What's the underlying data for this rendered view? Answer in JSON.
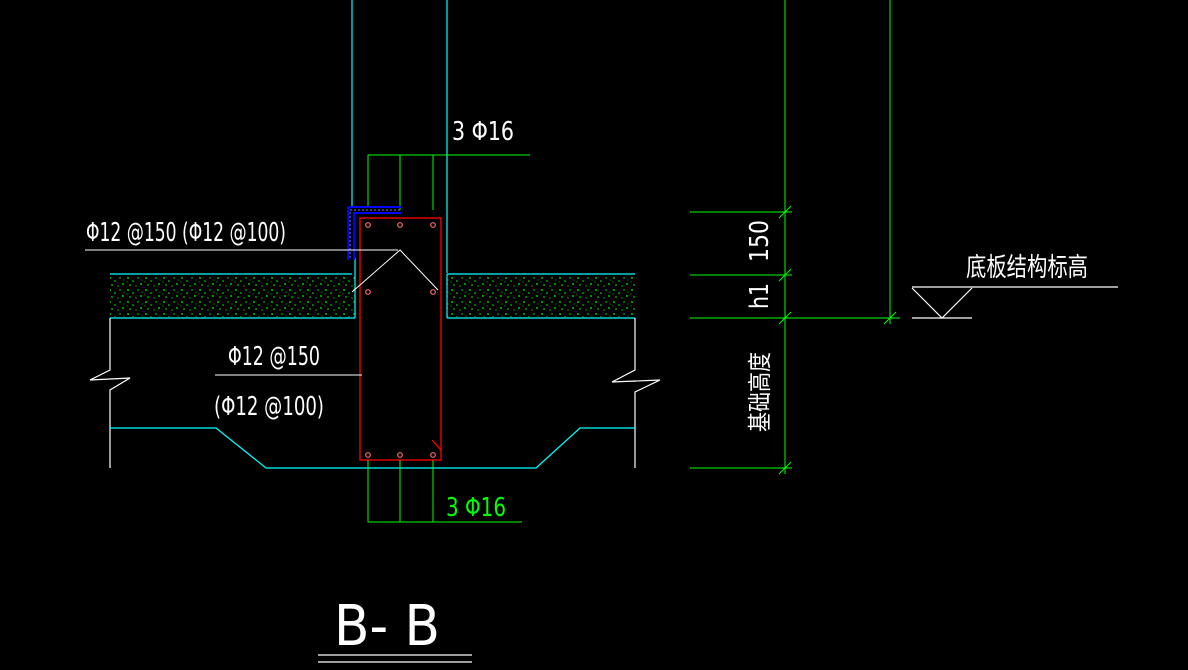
{
  "drawing": {
    "section_title": "B- B",
    "top_rebar": "3 Φ16",
    "bottom_rebar": "3 Φ16",
    "slab_rebar": "Φ12 @150 (Φ12 @100)",
    "stirrup_rebar_line1": "Φ12 @150",
    "stirrup_rebar_line2": "(Φ12 @100)",
    "dim_150": "150",
    "dim_h1": "h1",
    "dim_foundation_height": "基础高度",
    "elevation_label": "底板结构标高"
  },
  "colors": {
    "background": "#000000",
    "cyan": "#00ffff",
    "green": "#00ff00",
    "white": "#ffffff",
    "red": "#ff0000",
    "blue": "#0000ff"
  }
}
